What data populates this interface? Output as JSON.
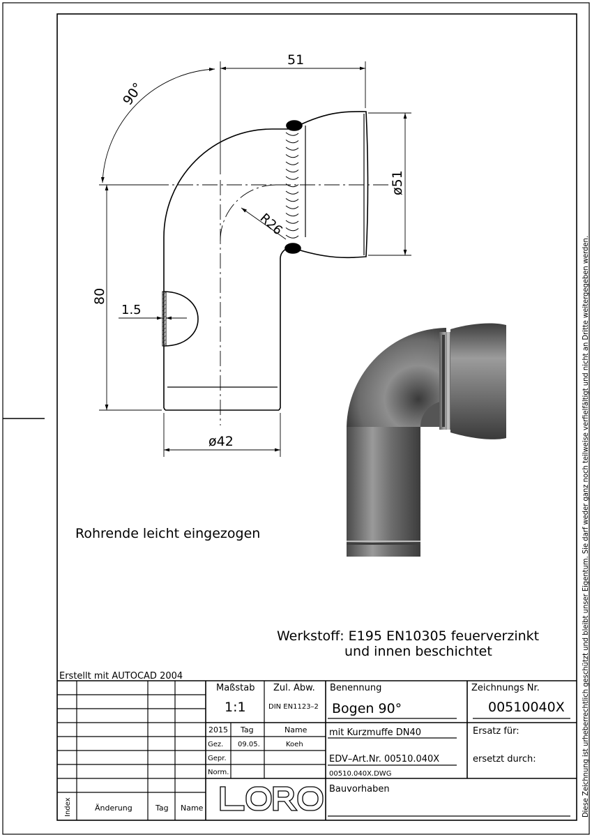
{
  "drawing": {
    "dim_width": "51",
    "dim_angle": "90°",
    "dim_height": "80",
    "dim_diameter_outer": "ø51",
    "dim_radius": "R26",
    "dim_wall": "1.5",
    "dim_diameter_inner": "ø42",
    "note": "Rohrende leicht eingezogen"
  },
  "material": {
    "line1": "Werkstoff:  E195  EN10305  feuerverzinkt",
    "line2": "und  innen  beschichtet"
  },
  "title_block": {
    "created_with": "Erstellt  mit  AUTOCAD  2004",
    "scale_label": "Maßstab",
    "scale_value": "1:1",
    "tolerance_label": "Zul. Abw.",
    "tolerance_value": "DIN  EN1123–2",
    "designation_label": "Benennung",
    "designation_value": "Bogen  90°",
    "drawing_no_label": "Zeichnungs Nr.",
    "drawing_no_value": "00510040X",
    "year": "2015",
    "day_label": "Tag",
    "name_label": "Name",
    "drawn_label": "Gez.",
    "drawn_date": "09.05.",
    "drawn_name": "Koeh",
    "checked_label": "Gepr.",
    "norm_label": "Norm.",
    "subtitle": "mit  Kurzmuffe  DN40",
    "replacement_for_label": "Ersatz  für:",
    "edv_number": "EDV–Art.Nr.  00510.040X",
    "replaced_by_label": "ersetzt  durch:",
    "file_name": "00510.040X.DWG",
    "project_label": "Bauvorhaben",
    "logo_text": "LORO",
    "rev_index_label": "Index",
    "rev_change_label": "Änderung",
    "rev_day_label": "Tag",
    "rev_name_label": "Name"
  },
  "copyright_notice": "Diese Zeichnung ist urheberrechtlich geschützt und bleibt unser Eigentum. Sie darf weder ganz noch teilweise verfielfältigt und nicht an Dritte weitergegeben werden."
}
